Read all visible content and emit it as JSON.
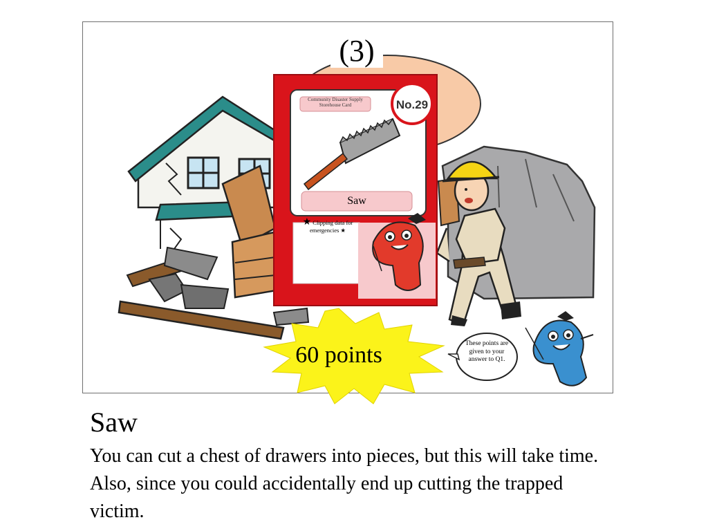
{
  "slide": {
    "number": "(3)"
  },
  "card": {
    "header_label": "Community Disaster Supply Storehouse Card",
    "badge": "No.29",
    "item_name": "Saw",
    "note_star_left": "★",
    "note_text": "Clipping data for emergencies",
    "note_star_right": "★"
  },
  "points": {
    "label": "60 points"
  },
  "speech_bubble": {
    "text": "These points are given to your answer to Q1."
  },
  "caption": {
    "title": "Saw",
    "body": "You can cut a chest of drawers into pieces, but this will take time. Also, since you could accidentally end up cutting the trapped victim."
  },
  "colors": {
    "card_red": "#d9141b",
    "card_pink": "#f7c9cc",
    "burst_yellow": "#fbf31a",
    "roof_teal": "#2b8d8a",
    "helmet_yellow": "#f5d414",
    "mascot_red": "#e23a2b",
    "mascot_blue": "#3a90cf",
    "wood_brown": "#8a5a2b"
  }
}
